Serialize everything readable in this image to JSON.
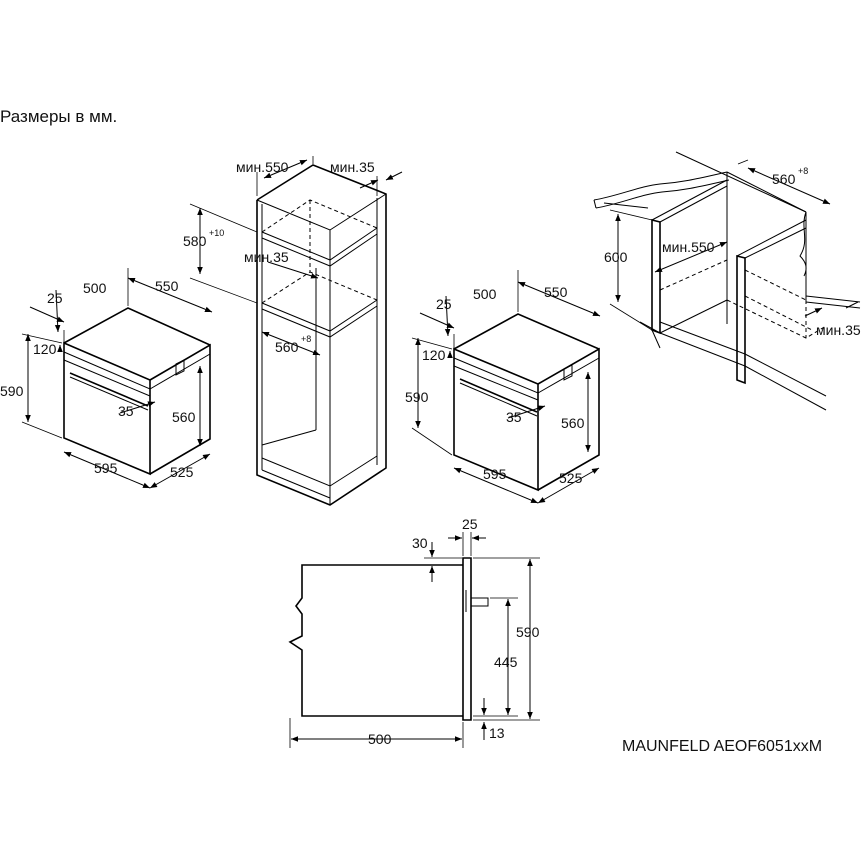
{
  "header": {
    "title": "Размеры в мм."
  },
  "footer": {
    "model": "MAUNFELD AEOF6051xxM"
  },
  "oven_left": {
    "d25": "25",
    "d500": "500",
    "d550": "550",
    "d120": "120",
    "d590": "590",
    "d35": "35",
    "d560": "560",
    "d595": "595",
    "d525": "525"
  },
  "oven_mid": {
    "d25": "25",
    "d500": "500",
    "d550": "550",
    "d120": "120",
    "d590": "590",
    "d35": "35",
    "d560": "560",
    "d595": "595",
    "d525": "525"
  },
  "tall_cabinet": {
    "min550": "мин.550",
    "min35_top": "мин.35",
    "d580": "580",
    "tol580": "+10",
    "min35_mid": "мин.35",
    "d560": "560",
    "tol560": "+8"
  },
  "under_counter": {
    "d560": "560",
    "tol560": "+8",
    "d600": "600",
    "min550": "мин.550",
    "min35": "мин.35"
  },
  "side_view": {
    "d25": "25",
    "d30": "30",
    "d590": "590",
    "d445": "445",
    "d500": "500",
    "d13": "13"
  }
}
